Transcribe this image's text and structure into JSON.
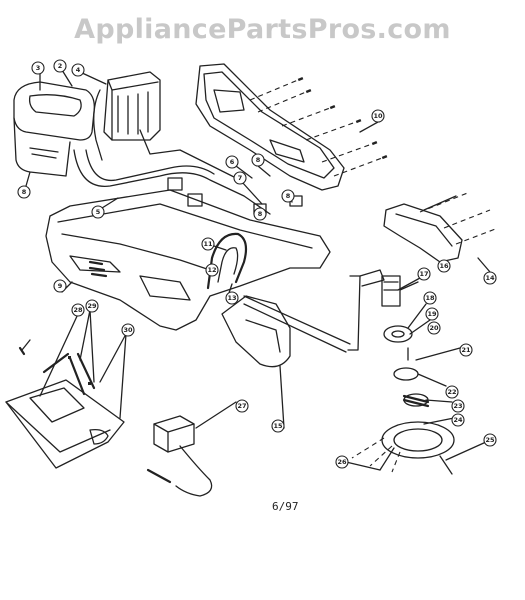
{
  "watermark": "AppliancePartsPros.com",
  "date_code": "6/97",
  "callouts": [
    {
      "id": "c1",
      "label": "3"
    },
    {
      "id": "c2",
      "label": "2"
    },
    {
      "id": "c3",
      "label": "4"
    },
    {
      "id": "c4",
      "label": "8"
    },
    {
      "id": "c5",
      "label": "5"
    },
    {
      "id": "c6",
      "label": "6"
    },
    {
      "id": "c7",
      "label": "8"
    },
    {
      "id": "c8",
      "label": "7"
    },
    {
      "id": "c9",
      "label": "8"
    },
    {
      "id": "c10",
      "label": "10"
    },
    {
      "id": "c11",
      "label": "9"
    },
    {
      "id": "c12",
      "label": "8"
    },
    {
      "id": "c13",
      "label": "11"
    },
    {
      "id": "c14",
      "label": "12"
    },
    {
      "id": "c15",
      "label": "13"
    },
    {
      "id": "c16",
      "label": "14"
    },
    {
      "id": "c17",
      "label": "16"
    },
    {
      "id": "c18",
      "label": "17"
    },
    {
      "id": "c19",
      "label": "18"
    },
    {
      "id": "c20",
      "label": "19"
    },
    {
      "id": "c21",
      "label": "20"
    },
    {
      "id": "c22",
      "label": "21"
    },
    {
      "id": "c23",
      "label": "22"
    },
    {
      "id": "c24",
      "label": "23"
    },
    {
      "id": "c25",
      "label": "24"
    },
    {
      "id": "c26",
      "label": "25"
    },
    {
      "id": "c27",
      "label": "26"
    },
    {
      "id": "c28",
      "label": "27"
    },
    {
      "id": "c29",
      "label": "28"
    },
    {
      "id": "c30",
      "label": "29"
    },
    {
      "id": "c31",
      "label": "30"
    },
    {
      "id": "c32",
      "label": "15"
    }
  ]
}
